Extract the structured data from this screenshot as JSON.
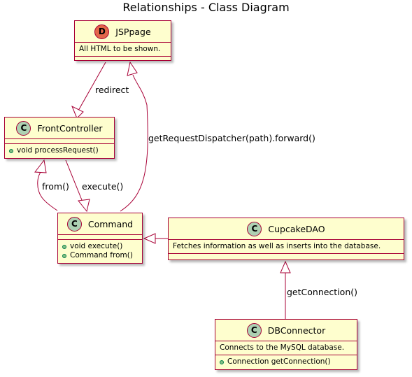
{
  "title": "Relationships - Class Diagram",
  "colors": {
    "class_fill": "#FEFECE",
    "border": "#A80036",
    "class_badge": "#ADD1B2",
    "datatype_badge": "#E3664A"
  },
  "classes": {
    "jsppage": {
      "stereotype_letter": "D",
      "name": "JSPpage",
      "description": "All HTML to be shown."
    },
    "front": {
      "stereotype_letter": "C",
      "name": "FrontController",
      "methods": [
        "void processRequest()"
      ]
    },
    "command": {
      "stereotype_letter": "C",
      "name": "Command",
      "methods": [
        "void execute()",
        "Command from()"
      ]
    },
    "cupcake": {
      "stereotype_letter": "C",
      "name": "CupcakeDAO",
      "description": "Fetches information as well as inserts into the database."
    },
    "dbconn": {
      "stereotype_letter": "C",
      "name": "DBConnector",
      "description": "Connects to the MySQL database.",
      "methods": [
        "Connection getConnection()"
      ]
    }
  },
  "edges": {
    "redirect": "redirect",
    "forward": "getRequestDispatcher(path).forward()",
    "from": "from()",
    "execute": "execute()",
    "getconnection": "getConnection()"
  }
}
